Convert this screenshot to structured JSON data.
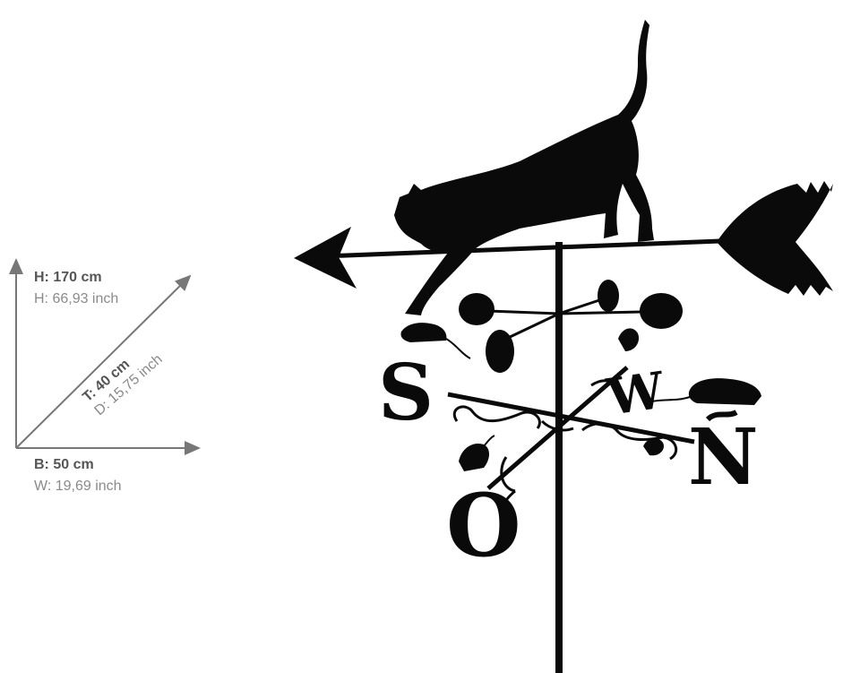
{
  "dimensions": {
    "height": {
      "primary": "H: 170 cm",
      "secondary": "H: 66,93 inch"
    },
    "depth": {
      "primary": "T: 40 cm",
      "secondary": "D: 15,75 inch"
    },
    "width": {
      "primary": "B: 50 cm",
      "secondary": "W: 19,69 inch"
    }
  },
  "weathervane": {
    "compass_letters": {
      "south": "S",
      "west": "W",
      "north": "N",
      "east": "O"
    },
    "colors": {
      "silhouette": "#0a0a0a",
      "dimension_lines": "#777777"
    }
  }
}
